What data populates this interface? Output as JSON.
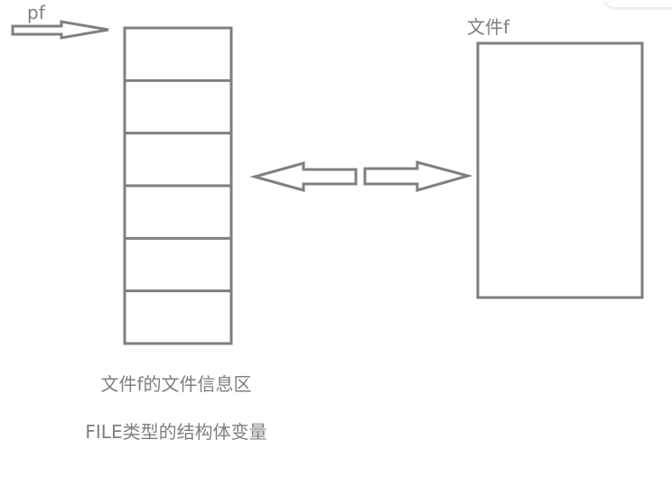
{
  "labels": {
    "pointer": "pf",
    "file": "文件f",
    "info_area": "文件f的文件信息区",
    "struct_var": "FILE类型的结构体变量"
  },
  "struct_cells": 6,
  "colors": {
    "stroke": "#7f7f7f",
    "text": "#7f7f7f",
    "background": "#ffffff"
  }
}
